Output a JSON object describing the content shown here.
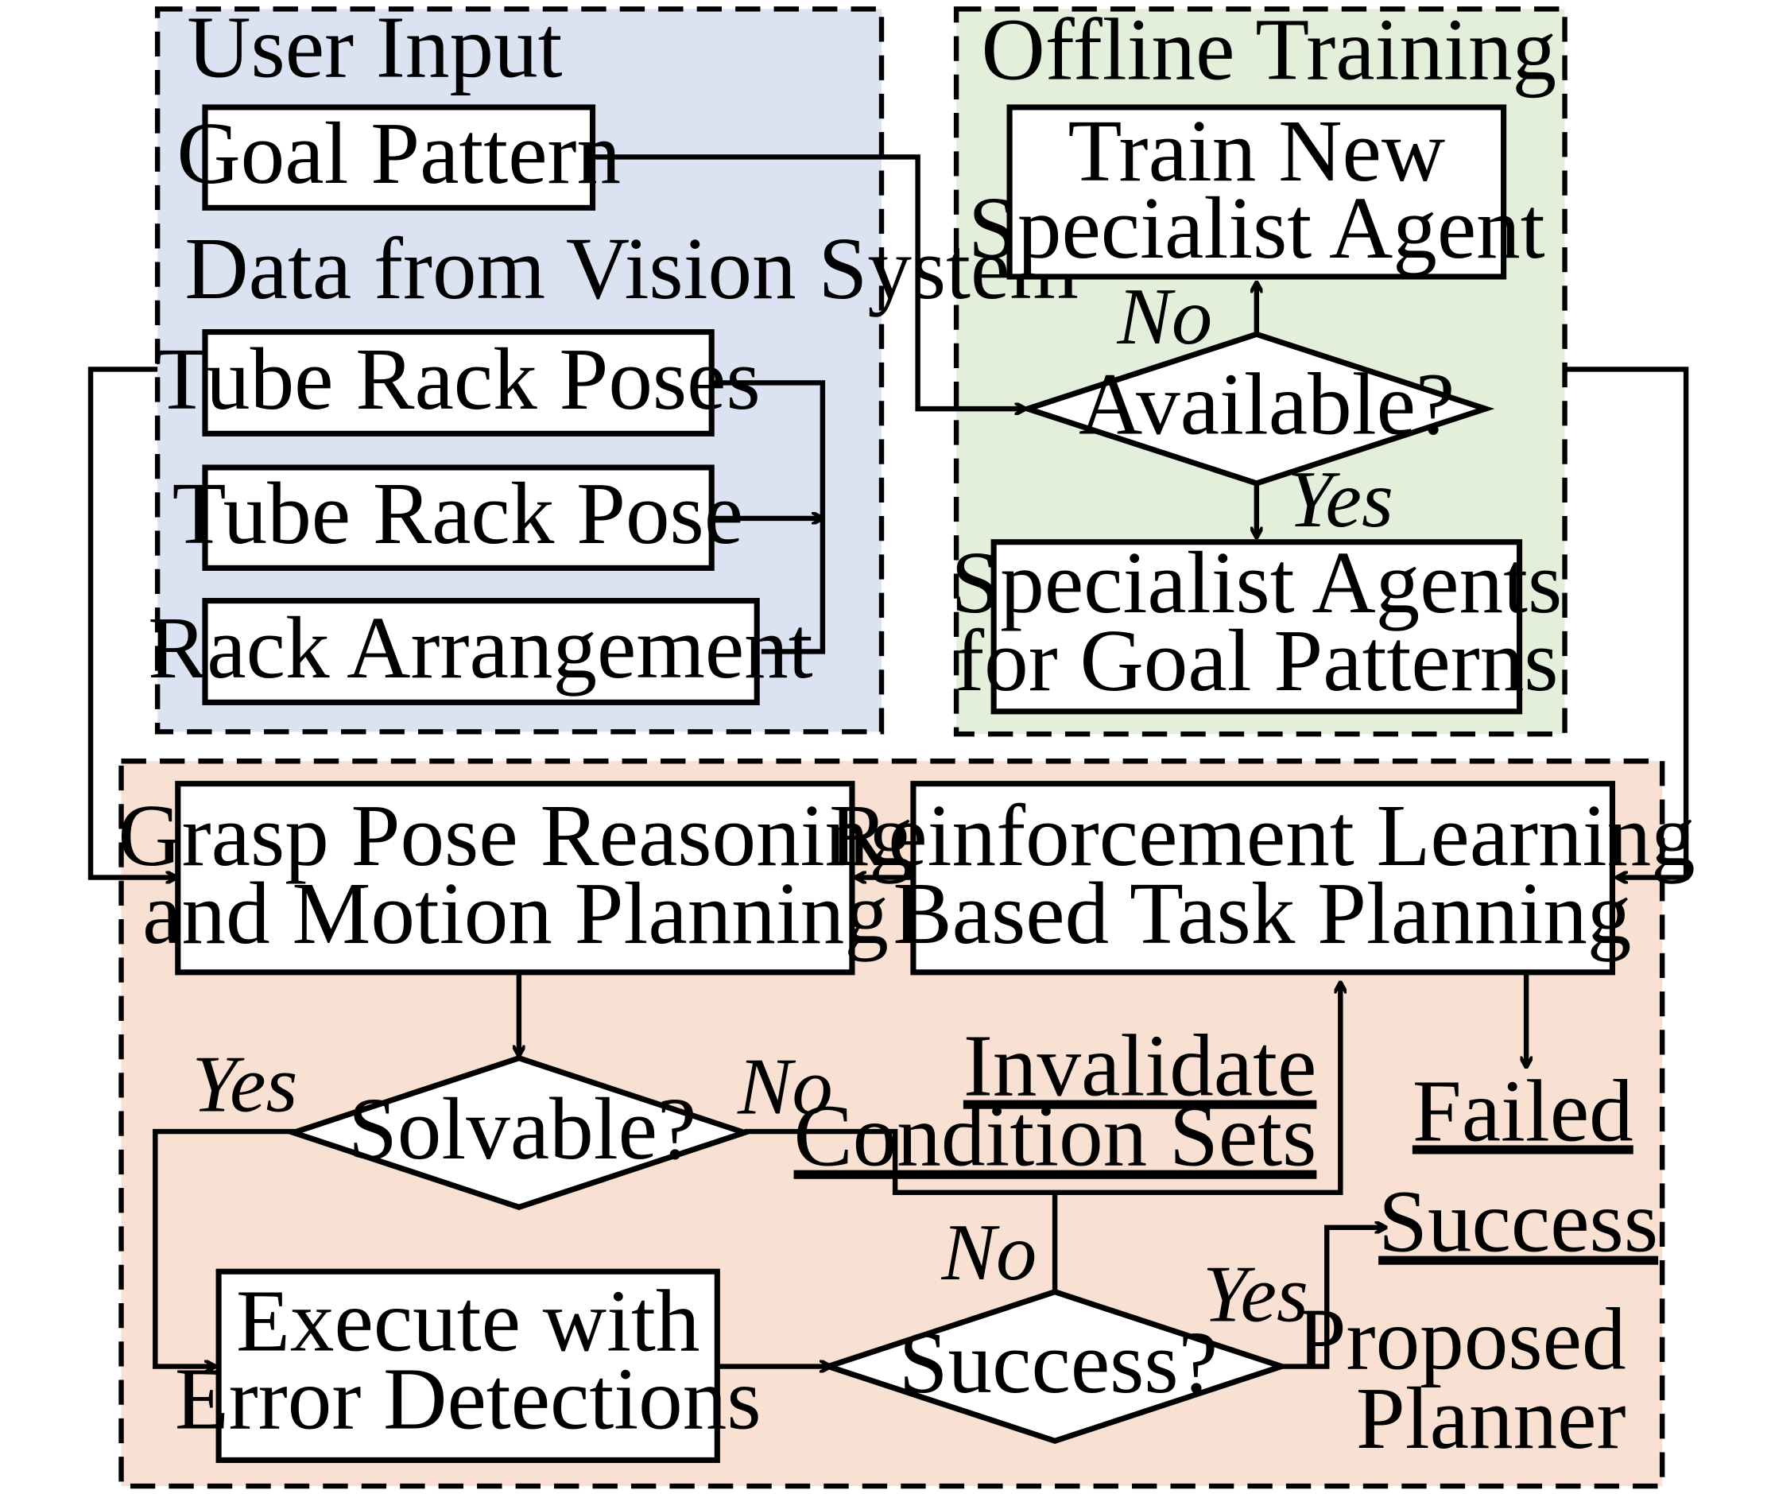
{
  "colors": {
    "user_input_bg": "#dbe3f3",
    "offline_training_bg": "#e3efdb",
    "planner_bg": "#f8e0d3",
    "failed": "#e00000",
    "success": "#2aa84a"
  },
  "user_input": {
    "title": "User Input",
    "goal_pattern": "Goal Pattern",
    "vision_title": "Data from Vision System",
    "tube_rack_poses": "Tube Rack Poses",
    "tube_rack_pose": "Tube Rack Pose",
    "rack_arrangement": "Rack Arrangement"
  },
  "offline_training": {
    "title": "Offline Training",
    "train_line1": "Train New",
    "train_line2": "Specialist Agent",
    "available": "Available?",
    "no_label": "No",
    "yes_label": "Yes",
    "specialist_line1": "Specialist Agents",
    "specialist_line2": "for Goal Patterns"
  },
  "planner": {
    "grasp_line1": "Grasp Pose Reasoning",
    "grasp_line2": "and Motion Planning",
    "rl_line1": "Reinforcement Learning",
    "rl_line2": "Based Task Planning",
    "solvable": "Solvable?",
    "solvable_yes": "Yes",
    "solvable_no": "No",
    "invalidate_line1": "Invalidate",
    "invalidate_line2": "Condition Sets",
    "execute_line1": "Execute with",
    "execute_line2": "Error Detections",
    "success_decision": "Success?",
    "success_no": "No",
    "success_yes": "Yes",
    "failed": "Failed",
    "success_outcome": "Success",
    "caption_line1": "Proposed",
    "caption_line2": "Planner"
  }
}
